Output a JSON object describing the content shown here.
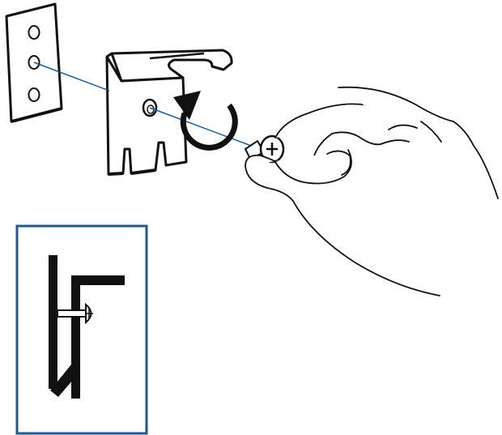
{
  "colors": {
    "line": "#111111",
    "accent": "#1d5a8e",
    "fill": "#ffffff"
  },
  "figure": {
    "parts": [
      "wall-plate",
      "mounting-bracket",
      "screw",
      "hand",
      "rotation-arrow",
      "alignment-line",
      "cross-section-inset"
    ],
    "rotation_direction": "clockwise"
  }
}
